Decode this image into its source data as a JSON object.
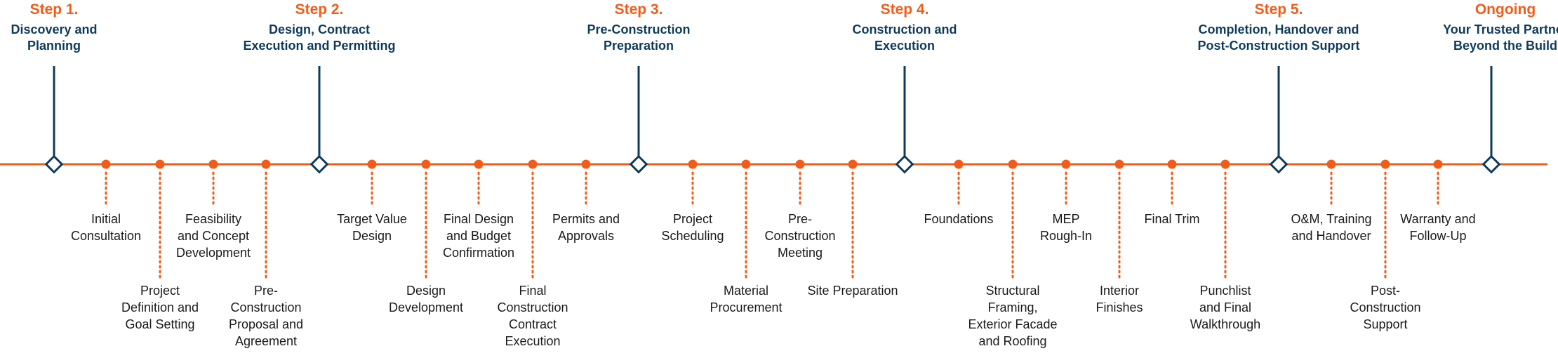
{
  "colors": {
    "accent": "#F25C19",
    "navy": "#0E3B5B",
    "text": "#1a1a1a"
  },
  "milestones": [
    {
      "step": "Step 1.",
      "title": [
        "Discovery and",
        "Planning"
      ]
    },
    {
      "step": "Step 2.",
      "title": [
        "Design, Contract",
        "Execution and Permitting"
      ]
    },
    {
      "step": "Step 3.",
      "title": [
        "Pre-Construction",
        "Preparation"
      ]
    },
    {
      "step": "Step 4.",
      "title": [
        "Construction and",
        "Execution"
      ]
    },
    {
      "step": "Step 5.",
      "title": [
        "Completion, Handover and",
        "Post-Construction Support"
      ]
    },
    {
      "step": "Ongoing",
      "title": [
        "Your Trusted Partner",
        "Beyond the Build"
      ]
    }
  ],
  "tasks": [
    {
      "lines": [
        "Initial",
        "Consultation"
      ],
      "level": "short"
    },
    {
      "lines": [
        "Project",
        "Definition and",
        "Goal Setting"
      ],
      "level": "long"
    },
    {
      "lines": [
        "Feasibility",
        "and Concept",
        "Development"
      ],
      "level": "short"
    },
    {
      "lines": [
        "Pre-",
        "Construction",
        "Proposal and",
        "Agreement"
      ],
      "level": "long"
    },
    {
      "lines": [
        "Target Value",
        "Design"
      ],
      "level": "short"
    },
    {
      "lines": [
        "Design",
        "Development"
      ],
      "level": "long"
    },
    {
      "lines": [
        "Final Design",
        "and Budget",
        "Confirmation"
      ],
      "level": "short"
    },
    {
      "lines": [
        "Final",
        "Construction",
        "Contract",
        "Execution"
      ],
      "level": "long"
    },
    {
      "lines": [
        "Permits and",
        "Approvals"
      ],
      "level": "short"
    },
    {
      "lines": [
        "Project",
        "Scheduling"
      ],
      "level": "short"
    },
    {
      "lines": [
        "Material",
        "Procurement"
      ],
      "level": "long"
    },
    {
      "lines": [
        "Pre-",
        "Construction",
        "Meeting"
      ],
      "level": "short"
    },
    {
      "lines": [
        "Site Preparation"
      ],
      "level": "long"
    },
    {
      "lines": [
        "Foundations"
      ],
      "level": "short"
    },
    {
      "lines": [
        "Structural",
        "Framing,",
        "Exterior Facade",
        "and Roofing"
      ],
      "level": "long"
    },
    {
      "lines": [
        "MEP",
        "Rough-In"
      ],
      "level": "short"
    },
    {
      "lines": [
        "Interior",
        "Finishes"
      ],
      "level": "long"
    },
    {
      "lines": [
        "Final Trim"
      ],
      "level": "short"
    },
    {
      "lines": [
        "Punchlist",
        "and Final",
        "Walkthrough"
      ],
      "level": "long"
    },
    {
      "lines": [
        "O&M, Training",
        "and Handover"
      ],
      "level": "short"
    },
    {
      "lines": [
        "Post-",
        "Construction",
        "Support"
      ],
      "level": "long"
    },
    {
      "lines": [
        "Warranty and",
        "Follow-Up"
      ],
      "level": "short"
    }
  ]
}
